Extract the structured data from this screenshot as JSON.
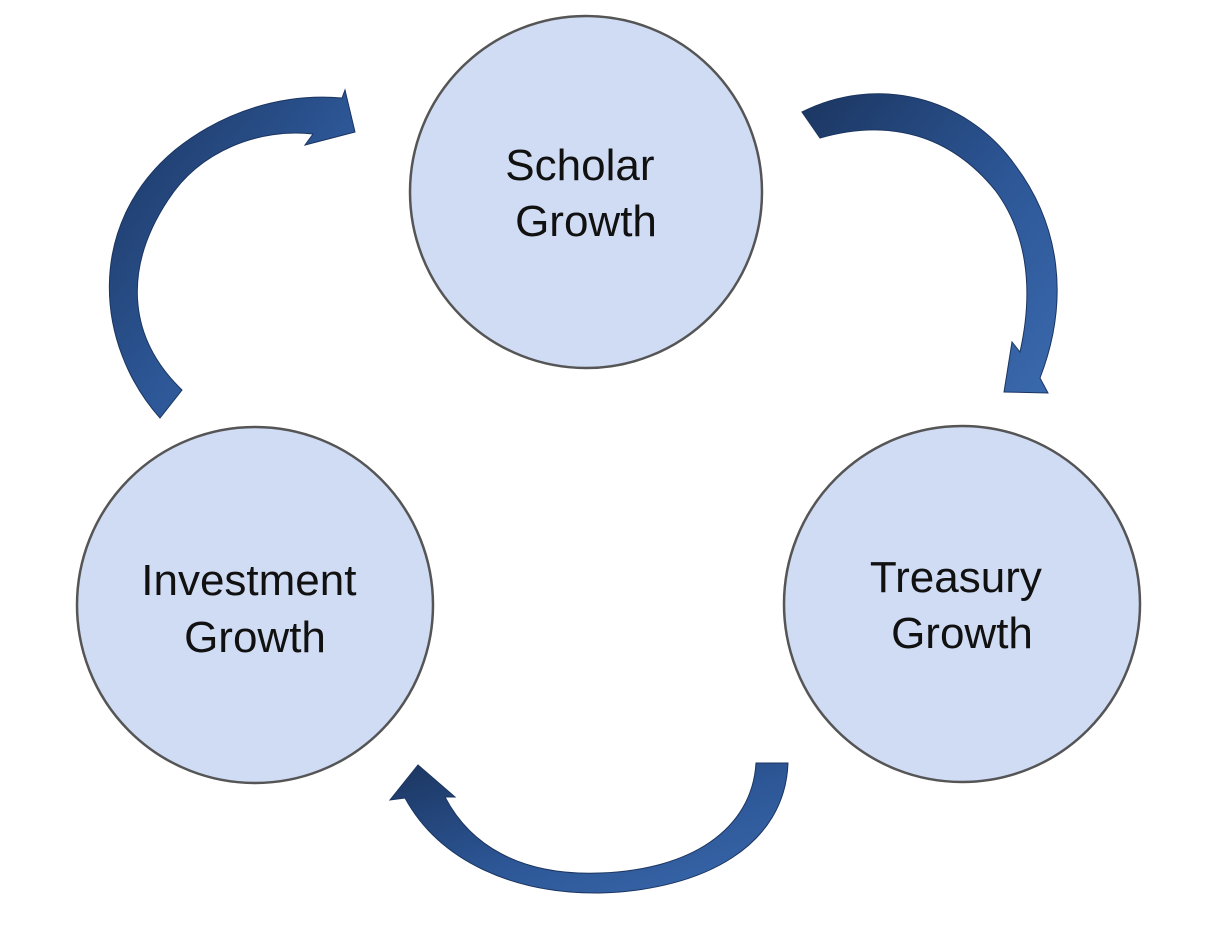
{
  "diagram": {
    "type": "cycle",
    "nodes": [
      {
        "id": "scholar",
        "line1": "Scholar",
        "line2": "Growth"
      },
      {
        "id": "treasury",
        "line1": "Treasury",
        "line2": "Growth"
      },
      {
        "id": "investment",
        "line1": "Investment",
        "line2": "Growth"
      }
    ],
    "edges": [
      {
        "from": "scholar",
        "to": "treasury"
      },
      {
        "from": "treasury",
        "to": "investment"
      },
      {
        "from": "investment",
        "to": "scholar"
      }
    ],
    "colors": {
      "node_fill": "#cfdcf4",
      "node_stroke": "#555555",
      "arrow_dark": "#1b3560",
      "arrow_light": "#3563a6",
      "text": "#111111"
    }
  }
}
